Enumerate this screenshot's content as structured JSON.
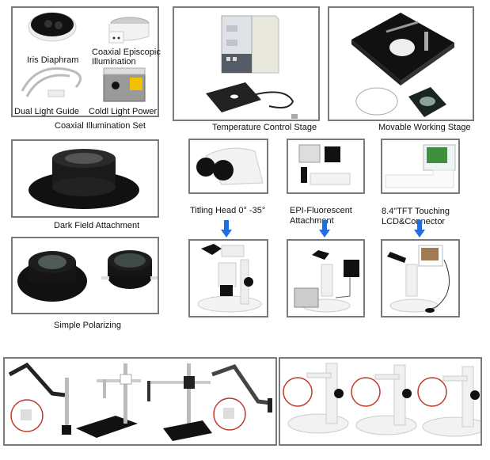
{
  "coaxial_set": {
    "items": [
      "Iris Diaphram",
      "Coaxial Episcopic",
      "Illumination",
      "Dual Light Guide",
      "Coldl Light Power"
    ],
    "caption": "Coaxial Illumination Set"
  },
  "temperature_stage": {
    "caption": "Temperature Control Stage"
  },
  "movable_stage": {
    "caption": "Movable Working Stage"
  },
  "dark_field": {
    "caption": "Dark Field Attachment"
  },
  "polarizing": {
    "caption": "Simple Polarizing"
  },
  "tilting_head": {
    "caption": "Titling Head 0°  -35°"
  },
  "epi_fluorescent": {
    "caption_line1": "EPI-Fluorescent",
    "caption_line2": "Attachment"
  },
  "tft_lcd": {
    "caption_line1": "8.4\"TFT Touching",
    "caption_line2": "LCD&Connector"
  },
  "colors": {
    "arrow": "#1f6fe0",
    "highlight_circle": "#c0392b",
    "border": "#7a7a7a"
  }
}
